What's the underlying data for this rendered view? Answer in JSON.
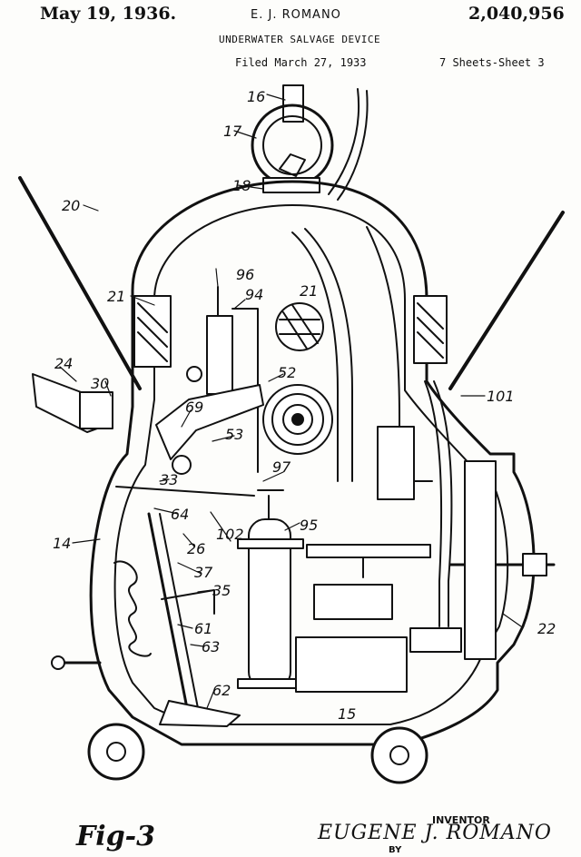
{
  "header": {
    "date": "May 19, 1936.",
    "inventor": "E. J. ROMANO",
    "patent_number": "2,040,956",
    "title": "UNDERWATER SALVAGE DEVICE",
    "filed": "Filed March 27, 1933",
    "sheet": "7 Sheets-Sheet 3"
  },
  "reference_numerals": [
    "16",
    "17",
    "18",
    "20",
    "21",
    "21",
    "24",
    "30",
    "96",
    "94",
    "52",
    "69",
    "53",
    "33",
    "97",
    "64",
    "26",
    "102",
    "95",
    "14",
    "37",
    "35",
    "61",
    "63",
    "62",
    "15",
    "22",
    "101"
  ],
  "figure_label": "Fig-3",
  "footer": {
    "inventor_label": "INVENTOR",
    "inventor_signature": "EUGENE J. ROMANO",
    "by_label": "BY"
  }
}
